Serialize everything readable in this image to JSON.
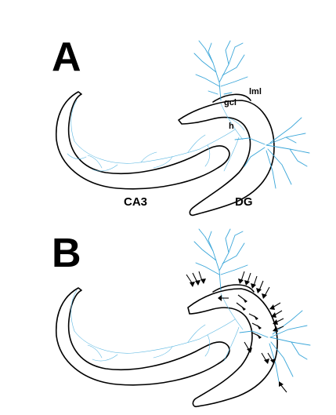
{
  "panels": [
    {
      "letter": "A",
      "labels": {
        "lml": "lml",
        "gcl": "gcl",
        "h": "h",
        "ca3": "CA3",
        "dg": "DG"
      }
    },
    {
      "letter": "B"
    }
  ],
  "colors": {
    "neuron": "#3aa6d9",
    "outline": "#000000",
    "arrows": "#000000"
  }
}
